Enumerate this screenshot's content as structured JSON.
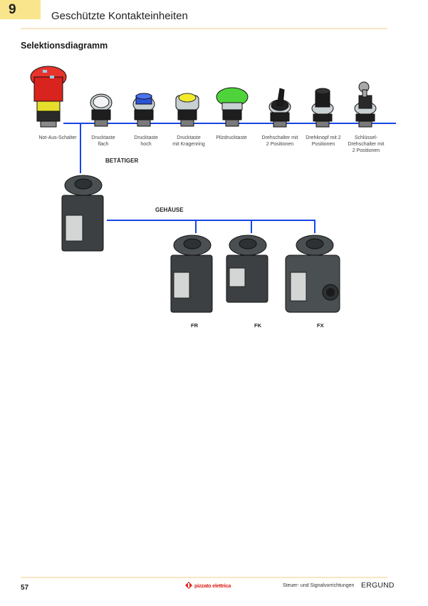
{
  "header": {
    "chapter_number": "9",
    "title": "Geschützte Kontakteinheiten"
  },
  "section_title": "Selektionsdiagramm",
  "actuators": [
    {
      "label_line1": "Not-Aus-Schalter",
      "label_line2": "",
      "label_line3": "",
      "color": "#d8231f"
    },
    {
      "label_line1": "Drucktaste",
      "label_line2": "flach",
      "label_line3": "",
      "color": "#f2f2f2"
    },
    {
      "label_line1": "Drucktaste",
      "label_line2": "hoch",
      "label_line3": "",
      "color": "#2c53d6"
    },
    {
      "label_line1": "Drucktaste",
      "label_line2": "mit Kragenring",
      "label_line3": "",
      "color": "#f3ea2c"
    },
    {
      "label_line1": "Pilzdrucktaste",
      "label_line2": "",
      "label_line3": "",
      "color": "#4ed43a"
    },
    {
      "label_line1": "Drehschalter mit",
      "label_line2": "2 Positionen",
      "label_line3": "",
      "color": "#1b1b1b"
    },
    {
      "label_line1": "Drehknopf mit 2",
      "label_line2": "Positionen",
      "label_line3": "",
      "color": "#1b1b1b"
    },
    {
      "label_line1": "Schlüssel-",
      "label_line2": "Drehschalter mit",
      "label_line3": "2 Positionen",
      "color": "#9a9a9a"
    }
  ],
  "groups": {
    "actuators_label": "BETÄTIGER",
    "housings_label": "GEHÄUSE"
  },
  "housings": [
    {
      "label": "FR"
    },
    {
      "label": "FK"
    },
    {
      "label": "FX"
    }
  ],
  "footer": {
    "page_number": "57",
    "logo_text": "pizzato elettrica",
    "category": "Steuer- und Signalvorrichtungen",
    "brand": "ERGUND"
  },
  "colors": {
    "connector": "#1746e6",
    "chapter_tab": "#f9e58c",
    "rule": "#fbe7c4"
  }
}
